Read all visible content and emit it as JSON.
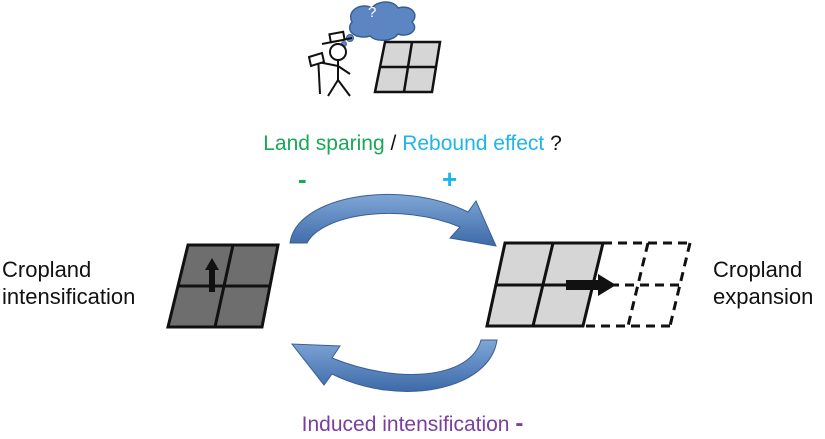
{
  "question_bubble": "?",
  "top": {
    "land_sparing": "Land sparing",
    "separator": " / ",
    "rebound_effect": "Rebound effect",
    "question_mark": " ?",
    "minus_sign": "-",
    "plus_sign": "+"
  },
  "left_label": {
    "line1": "Cropland",
    "line2": "intensification"
  },
  "right_label": {
    "line1": "Cropland",
    "line2": "expansion"
  },
  "bottom": {
    "induced_intensification": "Induced intensification",
    "minus_sign": "-"
  },
  "colors": {
    "green": "#1aa858",
    "cyan": "#1fb5e8",
    "purple": "#7a3ea0",
    "arrow_blue": "#4f7fbd",
    "dark_plot": "#6e6e6e",
    "light_plot": "#d6d6d6",
    "text": "#111111"
  }
}
